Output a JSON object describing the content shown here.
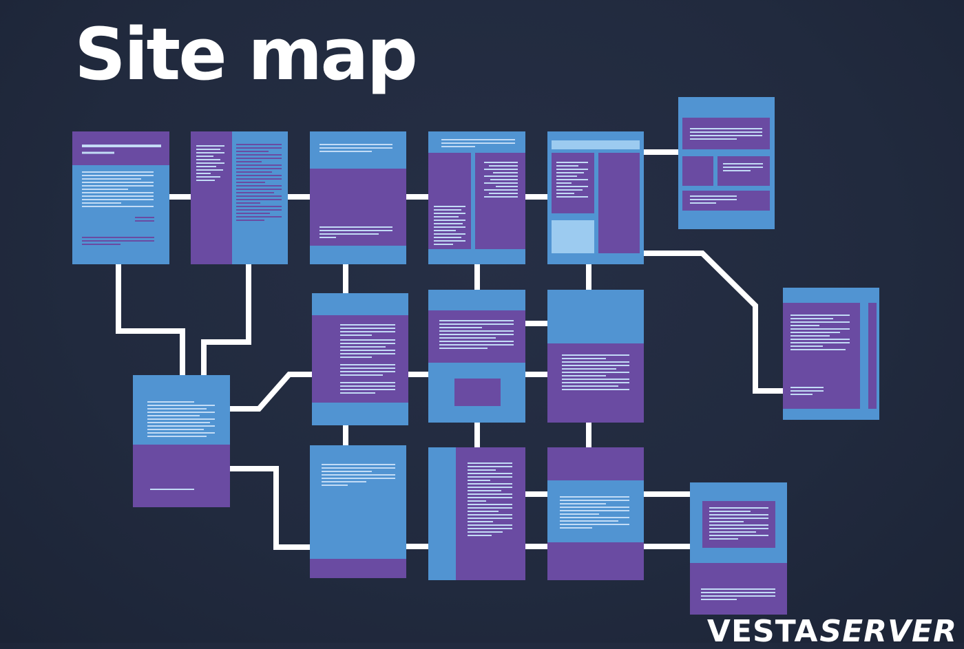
{
  "title": "Site map",
  "logo": {
    "word1": "VESTA",
    "word2": "SERVER"
  },
  "colors": {
    "background": "#212a3e",
    "connector": "#ffffff",
    "page_blue": "#5194d2",
    "page_purple": "#6a4ba2",
    "text_line": "#c3dcf6",
    "light_blue": "#9ccbf0",
    "header_bar": "#9ccbf0"
  }
}
